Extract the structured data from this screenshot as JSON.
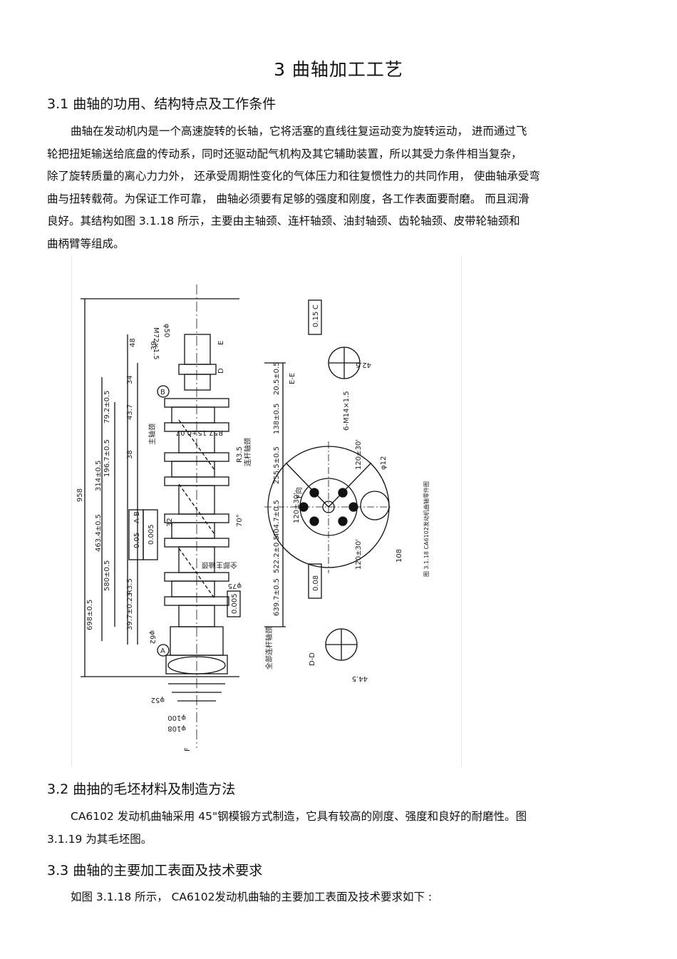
{
  "title": "3 曲轴加工工艺",
  "sections": [
    {
      "heading": "3.1 曲轴的功用、结构特点及工作条件",
      "lines": [
        "曲轴在发动机内是一个高速旋转的长轴，它将活塞的直线往复运动变为旋转运动，          进而通过飞",
        "轮把扭矩输送给底盘的传动系，同时还驱动配气机构及其它辅助装置，所以其受力条件相当复杂，",
        "除了旋转质量的离心力力外，    还承受周期性变化的气体压力和往复惯性力的共同作用，        使曲轴承受弯",
        "曲与扭转载荷。为保证工作可靠，    曲轴必须要有足够的强度和刚度，各工作表面要耐磨。        而且润滑",
        "良好。其结构如图   3.1.18  所示，主要由主轴颈、连杆轴颈、油封轴颈、齿轮轴颈、皮带轮轴颈和",
        "曲柄臂等组成。"
      ]
    },
    {
      "heading": "3.2   曲抽的毛坯材料及制造方法",
      "lines": [
        "CA6102 发动机曲轴采用    45\"钢模锻方式制造，它具有较高的刚度、强度和良好的耐磨性。图",
        "3.1.19  为其毛坯图。"
      ]
    },
    {
      "heading": "3.3   曲轴的主要加工表面及技术要求",
      "lines": [
        "如图  3.1.18  所示， CA6102发动机曲轴的主要加工表面及技术要求如下      :"
      ]
    }
  ],
  "figure": {
    "caption": "图 3.1.18  CA6102发动机曲轴零件图",
    "labels": {
      "total_length": "958",
      "d_top": "φ50",
      "thread_top": "M72×1.5",
      "d1": "48",
      "d2": "39",
      "d3": "34",
      "d4": "79.2±0.5",
      "d5": "43.7",
      "d6": "196.7±0.5",
      "d7": "38",
      "d8": "314±0.5",
      "d9": "463.4±0.5",
      "d10": "580±0.5",
      "d11": "698±0.5",
      "d12": "39.7±0.23",
      "d13": "φ62",
      "d14": "φ52",
      "d15": "φ100",
      "d16": "φ108",
      "r1": "R3.5",
      "r2": "R3.5",
      "r3": "R57.15±0.07",
      "pos1": "20.5±0.5",
      "pos2": "138±0.5",
      "pos3": "255.5±0.5",
      "pos4": "404.7±0.5",
      "pos5": "522.2±0.5",
      "pos6": "639.7±0.5",
      "tol1": "0.05",
      "tol1_datum": "A B",
      "tol2": "0.005",
      "tol3": "0.005",
      "tol_c1": "0.15",
      "tol_c2": "0.08",
      "datum_c": "C",
      "datum_a": "A",
      "datum_b": "B",
      "tag1": "主轴颈",
      "tag2": "连杆轴颈",
      "tag3": "全部连杆轴颈",
      "tag4": "全部主轴颈",
      "sec_ee": "E-E",
      "sec_dd": "D-D",
      "ang1": "120±30'",
      "ang2": "120±30'",
      "ang3": "120±30'",
      "hole": "6-M14×1.5",
      "phi12": "φ12",
      "dim108": "108",
      "dim42": "42.5",
      "dim44": "44.5",
      "letter_e": "E",
      "letter_d": "D",
      "letter_f": "F",
      "arrow_note": "F向",
      "phi75": "φ75",
      "ang70": "70°",
      "v32": "32"
    }
  }
}
